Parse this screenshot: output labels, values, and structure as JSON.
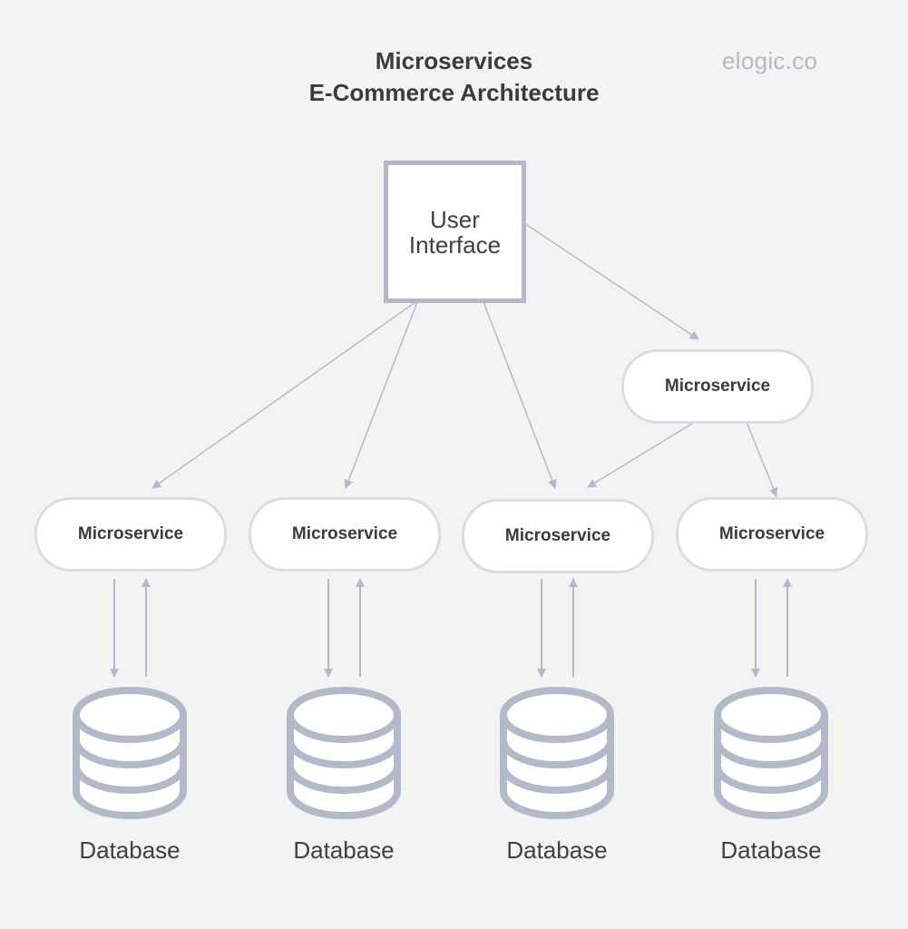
{
  "header": {
    "title_line1": "Microservices",
    "title_line2": "E-Commerce Architecture",
    "brand": "elogic.co"
  },
  "user_interface": {
    "line1": "User",
    "line2": "Interface"
  },
  "microservices": {
    "top_right": "Microservice",
    "row": [
      "Microservice",
      "Microservice",
      "Microservice",
      "Microservice"
    ]
  },
  "databases": [
    "Database",
    "Database",
    "Database",
    "Database"
  ],
  "colors": {
    "background": "#f3f3f4",
    "box_border": "#b4b9c9",
    "pill_border": "#d9dce5",
    "arrow": "#b4b9c9",
    "db_stroke": "#b4b9c9",
    "text": "#3a3b3f",
    "brand": "#b3b7c6"
  }
}
